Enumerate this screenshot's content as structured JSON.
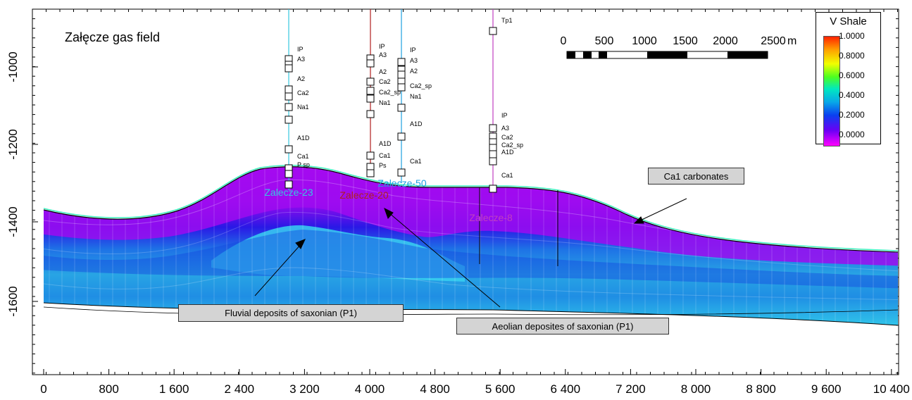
{
  "title": "Załęcze gas field",
  "y_axis": {
    "ticks": [
      "-1000",
      "-1200",
      "-1400",
      "-1600"
    ]
  },
  "x_axis": {
    "ticks": [
      "0",
      "800",
      "1 600",
      "2 400",
      "3 200",
      "4 000",
      "4 800",
      "5 600",
      "6 400",
      "7 200",
      "8 000",
      "8 800",
      "9 600",
      "10 400"
    ]
  },
  "legend": {
    "title": "V Shale",
    "ticks": [
      "1.0000",
      "0.8000",
      "0.6000",
      "0.4000",
      "0.2000",
      "0.0000"
    ],
    "colors": {
      "high": "#ff2200",
      "mid": "#00e8c0",
      "low": "#ff00ff"
    }
  },
  "scale_bar": {
    "labels": [
      "0",
      "500",
      "1000",
      "1500",
      "2000",
      "2500"
    ],
    "unit": "m"
  },
  "wells": [
    {
      "name": "Zalecze-23",
      "color": "#35c8e0",
      "markers": [
        "IP",
        "A3",
        "A2",
        "Ca2",
        "Na1",
        "A1D",
        "Ca1",
        "P sp"
      ]
    },
    {
      "name": "Zalecze-20",
      "color": "#b02020",
      "markers": [
        "IP",
        "A3",
        "A2",
        "Ca2",
        "Ca2_sp",
        "Na1",
        "A1D",
        "Ca1",
        "Ps"
      ]
    },
    {
      "name": "Zalecze-50",
      "color": "#1ea0e0",
      "markers": [
        "IP",
        "A3",
        "A2",
        "Ca2_sp",
        "Na1",
        "A1D",
        "Ca1"
      ]
    },
    {
      "name": "Zalecze-8",
      "color": "#c040c0",
      "markers": [
        "Tp1",
        "IP",
        "A3",
        "Ca2",
        "Ca2_sp",
        "A1D",
        "Ca1"
      ]
    }
  ],
  "callouts": {
    "fluvial": "Fluvial deposits of saxonian (P1)",
    "aeolian": "Aeolian deposites of saxonian (P1)",
    "ca1": "Ca1 carbonates"
  }
}
